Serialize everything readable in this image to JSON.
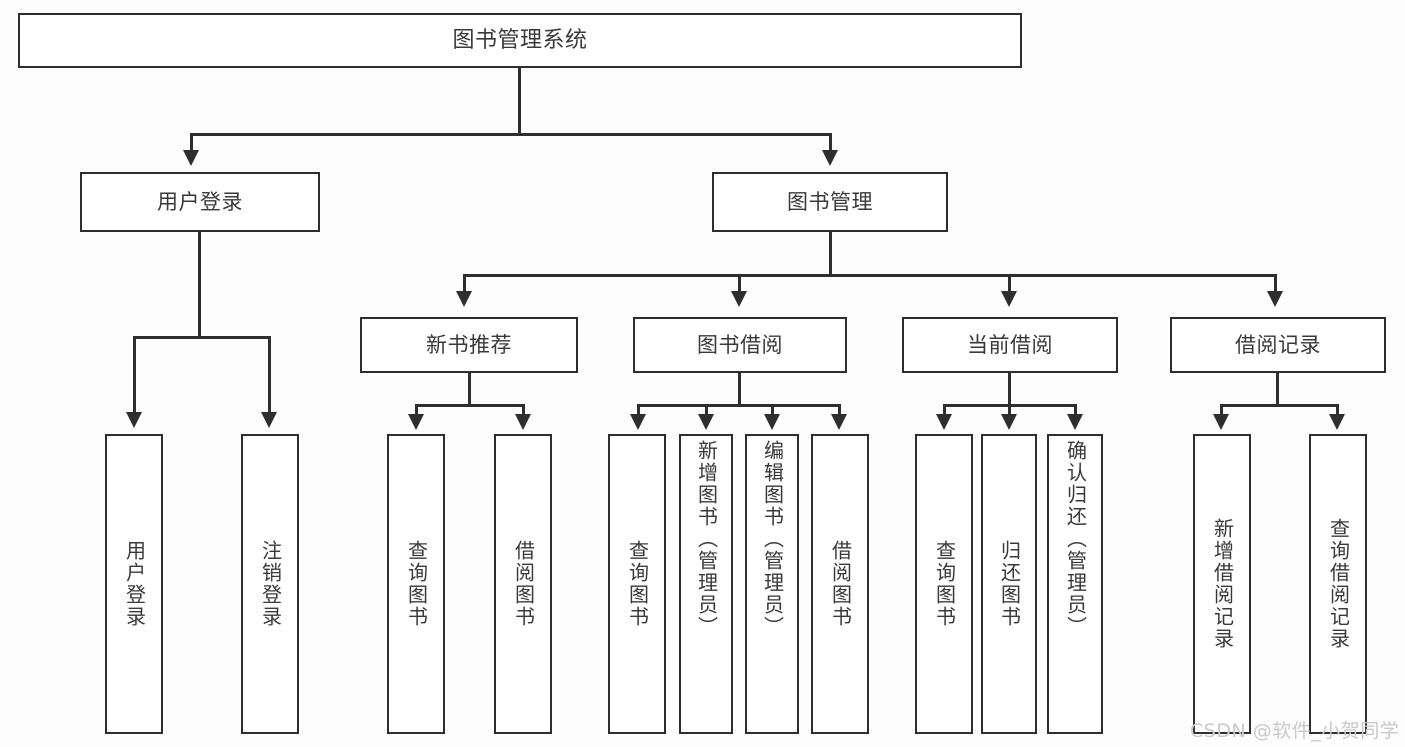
{
  "diagram": {
    "type": "tree",
    "title": "图书管理系统",
    "root": {
      "label": "图书管理系统"
    },
    "level2": [
      {
        "label": "用户登录"
      },
      {
        "label": "图书管理"
      }
    ],
    "level3": [
      {
        "label": "新书推荐"
      },
      {
        "label": "图书借阅"
      },
      {
        "label": "当前借阅"
      },
      {
        "label": "借阅记录"
      }
    ],
    "leaves": {
      "user_login": [
        {
          "label": "用户登录"
        },
        {
          "label": "注销登录"
        }
      ],
      "new_book_recommend": [
        {
          "label": "查询图书"
        },
        {
          "label": "借阅图书"
        }
      ],
      "book_borrow": [
        {
          "label": "查询图书"
        },
        {
          "label": "新增图书（管理员）"
        },
        {
          "label": "编辑图书（管理员）"
        },
        {
          "label": "借阅图书"
        }
      ],
      "current_borrow": [
        {
          "label": "查询图书"
        },
        {
          "label": "归还图书"
        },
        {
          "label": "确认归还（管理员）"
        }
      ],
      "borrow_record": [
        {
          "label": "新增借阅记录"
        },
        {
          "label": "查询借阅记录"
        }
      ]
    }
  },
  "watermark": {
    "text": "CSDN @软件_小贺同学"
  },
  "colors": {
    "border": "#2e2e2e",
    "text": "#39393b",
    "background": "#fdfdfd",
    "watermark": "#c9c9c9"
  }
}
